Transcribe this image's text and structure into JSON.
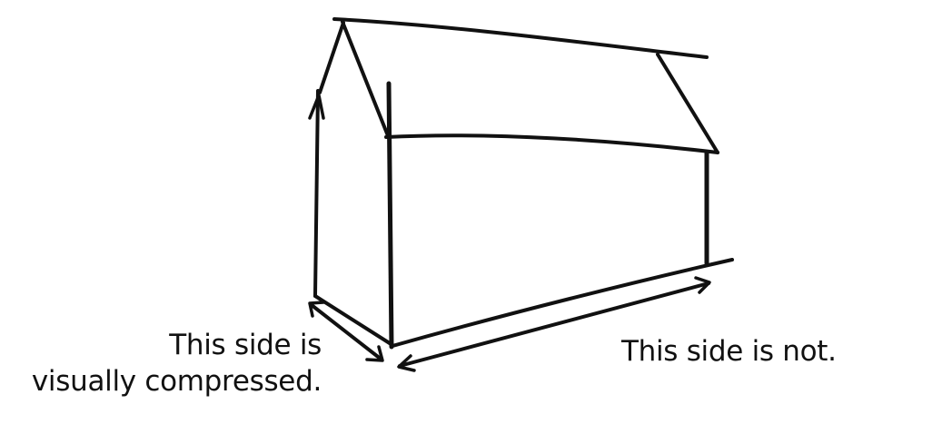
{
  "captions": {
    "left_line1": "This side is",
    "left_line2": "visually compressed.",
    "right": "This side is not."
  },
  "colors": {
    "ink": "#111111",
    "background": "#ffffff"
  }
}
